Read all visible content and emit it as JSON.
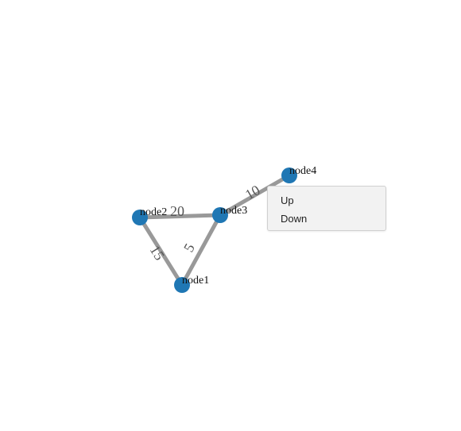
{
  "graph": {
    "nodes": [
      {
        "id": "node1",
        "label": "node1"
      },
      {
        "id": "node2",
        "label": "node2"
      },
      {
        "id": "node3",
        "label": "node3"
      },
      {
        "id": "node4",
        "label": "node4"
      }
    ],
    "edges": [
      {
        "source": "node2",
        "target": "node3",
        "label": "20"
      },
      {
        "source": "node2",
        "target": "node1",
        "label": "15"
      },
      {
        "source": "node3",
        "target": "node1",
        "label": "5"
      },
      {
        "source": "node3",
        "target": "node4",
        "label": "10"
      }
    ],
    "colors": {
      "node": "#1f77b4",
      "edge": "#999999"
    }
  },
  "context_menu": {
    "items": [
      {
        "label": "Up"
      },
      {
        "label": "Down"
      }
    ]
  }
}
